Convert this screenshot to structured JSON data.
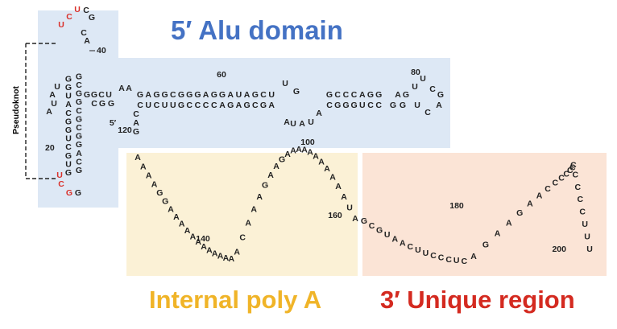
{
  "colors": {
    "alu_box": "#dde8f5",
    "polyA_box": "#fbf1d6",
    "unique_box": "#fbe4d6",
    "alu_title": "#4472c4",
    "polyA_title": "#f0b428",
    "unique_title": "#d42a20",
    "nucleotide": "#222222",
    "highlight": "#d9312b"
  },
  "titles": {
    "alu_domain": "5′ Alu domain",
    "internal_polyA": "Internal poly A",
    "unique_region": "3′ Unique region"
  },
  "pseudoknot_label": "Pseudoknot",
  "position_labels": {
    "p20": "20",
    "p40": "40",
    "p60": "60",
    "p80": "80",
    "p100": "100",
    "p120": "120",
    "p140": "140",
    "p160": "160",
    "p180": "180",
    "p200": "200",
    "five_prime": "5′"
  },
  "sequences": {
    "left_stem_left": "GUGCUGGCAUGG",
    "left_stem_right": "GCAGGCGCGGCG",
    "loop_top": "UCUCGAC",
    "loop_bottom": "UCGG",
    "stem_extra_left": "AUAU",
    "stem_extra_right": "GGCU",
    "junction": "AA",
    "top_row": "GAGGCGGGAGGAUAGCU",
    "bottom_row": "CUCUUGCCCCAGAGCGA",
    "top_row_2": "GCCCAGG",
    "bottom_row_2": "CGGGUCC",
    "hairpin_right": "AGUUCGACUGG",
    "internal_loop": "UGAUAUA",
    "tail_120": "CAG",
    "polyA_strand": "AAAAGGAAAAAAAAAAAAACAAAGAAGAAAAAAAAAAAUA",
    "unique_strand": "GCGUAACUUCCCUCAGAAGAACCCCCCCCCCCUUU"
  },
  "highlighted_nucleotides": [
    "G",
    "A",
    "U",
    "C",
    "U",
    "C",
    "G",
    "G"
  ]
}
